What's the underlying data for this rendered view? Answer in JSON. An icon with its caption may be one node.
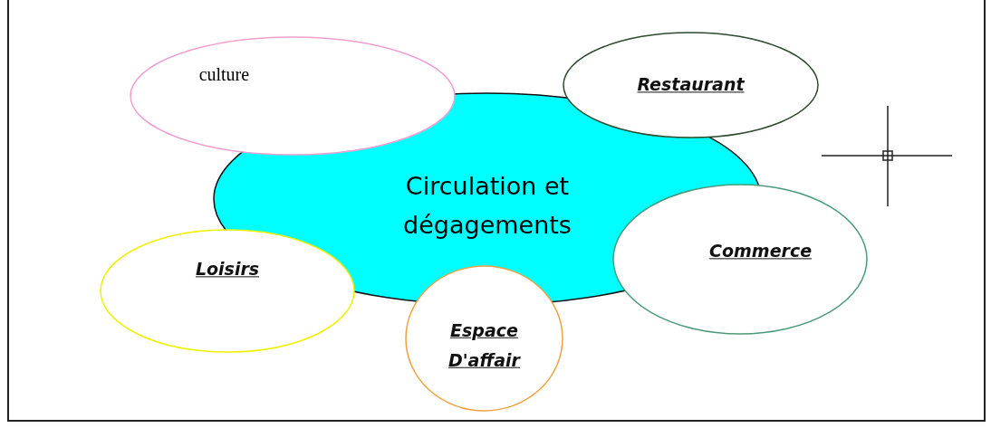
{
  "diagram": {
    "nodes": [
      {
        "text": [
          "culture"
        ]
      },
      {
        "text": [
          "Restaurant"
        ]
      },
      {
        "text": [
          "Circulation et dégagements"
        ]
      },
      {
        "text": [
          "Commerce"
        ]
      },
      {
        "text": [
          "Loisirs"
        ]
      },
      {
        "text": [
          "Espace D'affair"
        ]
      }
    ]
  }
}
